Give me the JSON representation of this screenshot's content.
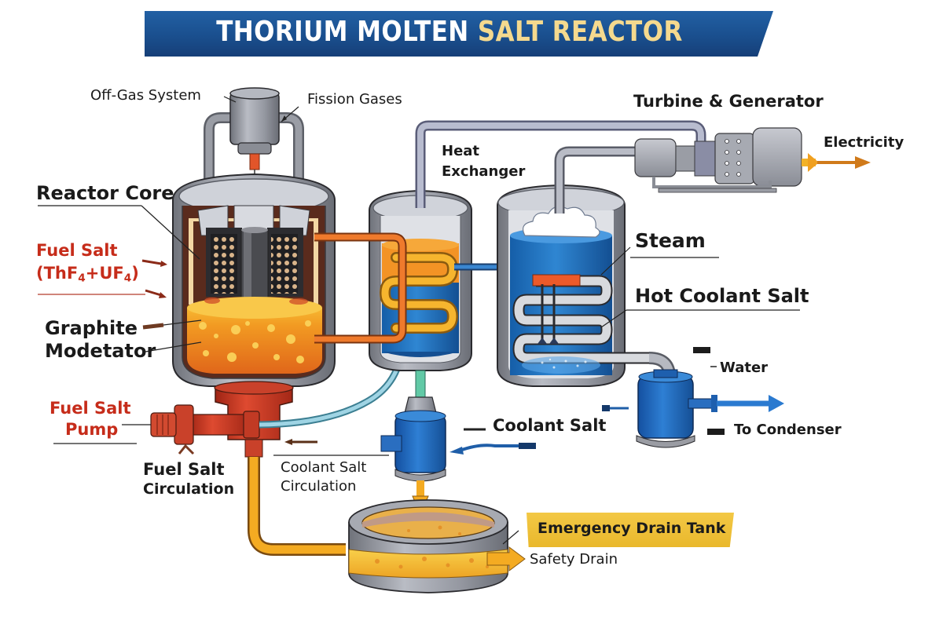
{
  "title": {
    "part1": "THORIUM MOLTEN",
    "part2": "SALT REACTOR"
  },
  "labels": {
    "off_gas_system": "Off-Gas System",
    "fission_gases": "Fission Gases",
    "turbine_generator": "Turbine & Generator",
    "electricity": "Electricity",
    "heat_exchanger_line1": "Heat",
    "heat_exchanger_line2": "Exchanger",
    "reactor_core": "Reactor Core",
    "fuel_salt_line1": "Fuel Salt",
    "fuel_salt_formula": {
      "open": "(ThF",
      "sub1": "4",
      "plus": "+UF",
      "sub2": "4",
      "close": ")"
    },
    "graphite_line1": "Graphite",
    "graphite_line2": "Modetator",
    "steam": "Steam",
    "hot_coolant_salt": "Hot Coolant Salt",
    "water": "Water",
    "to_condenser": "To Condenser",
    "coolant_salt": "Coolant Salt",
    "fuel_salt_pump_line1": "Fuel Salt",
    "fuel_salt_pump_line2": "Pump",
    "fuel_salt_circulation_line1": "Fuel Salt",
    "fuel_salt_circulation_line2": "Circulation",
    "coolant_salt_circulation_line1": "Coolant Salt",
    "coolant_salt_circulation_line2": "Circulation",
    "emergency_drain_tank": "Emergency Drain Tank",
    "safety_drain": "Safety Drain"
  },
  "colors": {
    "banner_blue": "#1a4f8e",
    "banner_highlight": "#f5d98e",
    "fuel_salt_red": "#c62c1a",
    "molten_orange": "#f08a1c",
    "molten_yellow": "#f6c23a",
    "coolant_blue": "#1f6fc0",
    "steel_grey": "#8d9099",
    "pump_red": "#c93a25",
    "drain_badge_yellow": "#eec03a",
    "electricity_arrow": "#e08a1a"
  }
}
